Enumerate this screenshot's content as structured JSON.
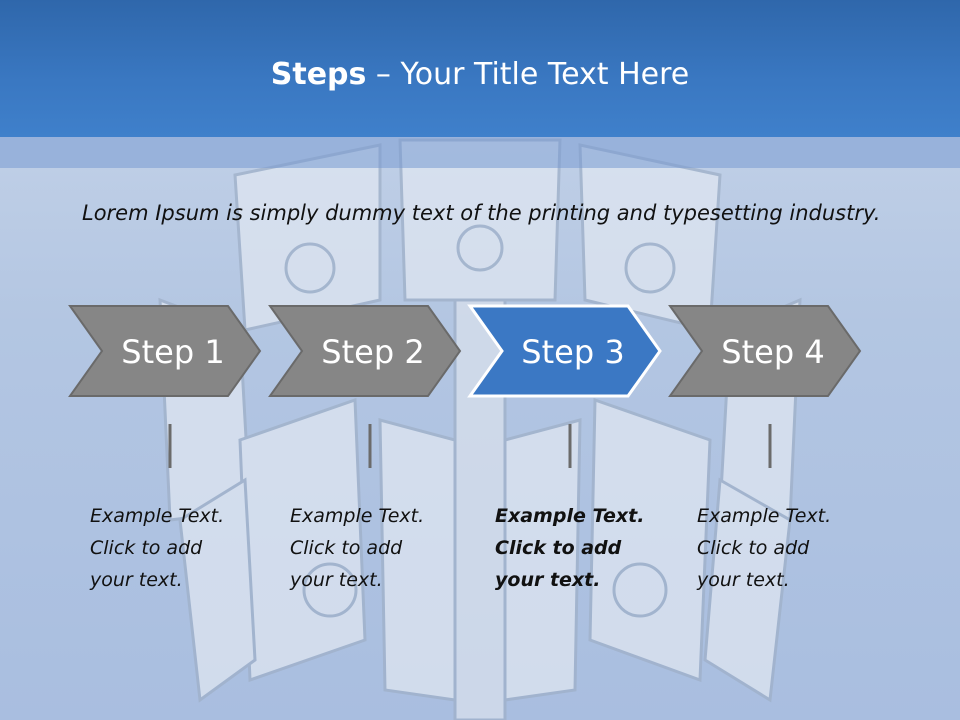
{
  "slide": {
    "title_bold": "Steps",
    "title_rest": " – Your Title Text Here",
    "intro": "Lorem Ipsum is simply dummy text of the printing and typesetting industry."
  },
  "steps": [
    {
      "label": "Step 1",
      "active": false,
      "desc": [
        "Example Text.",
        "Click  to add",
        "your text."
      ]
    },
    {
      "label": "Step 2",
      "active": false,
      "desc": [
        "Example Text.",
        "Click  to add",
        "your text."
      ]
    },
    {
      "label": "Step 3",
      "active": true,
      "desc": [
        "Example Text.",
        "Click  to add",
        "your text."
      ]
    },
    {
      "label": "Step 4",
      "active": false,
      "desc": [
        "Example Text.",
        "Click  to add",
        "your text."
      ]
    }
  ],
  "colors": {
    "header": "#3a78c2",
    "step_inactive": "#868686",
    "step_active": "#3b78c4",
    "step_text": "#ffffff"
  }
}
